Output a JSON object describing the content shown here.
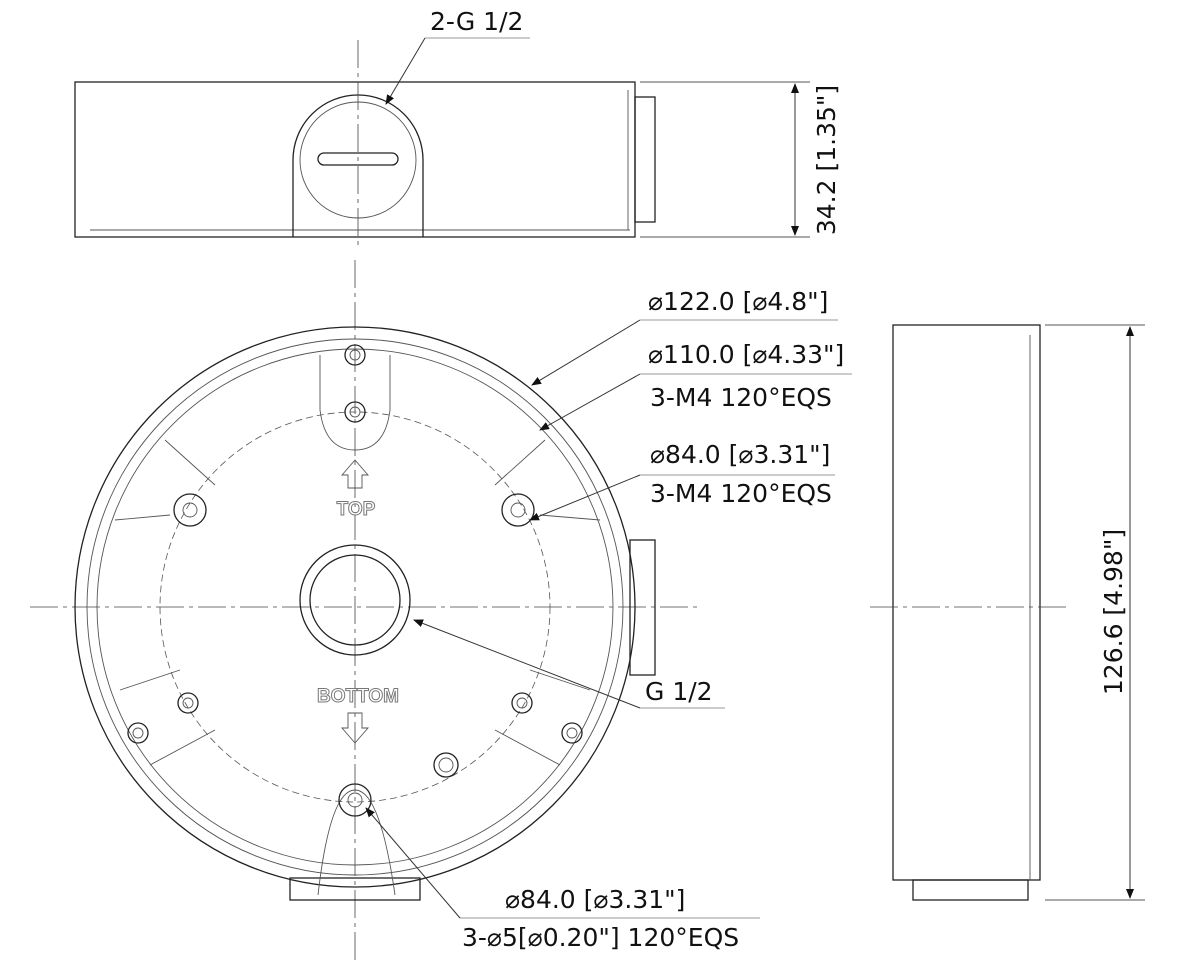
{
  "top_view": {
    "thread_label": "2-G 1/2",
    "height_dim": "34.2 [1.35\"]"
  },
  "front_view": {
    "outer_diameter": "⌀122.0 [⌀4.8\"]",
    "bolt_circle_1": "⌀110.0 [⌀4.33\"]",
    "bolt_circle_1_holes": "3-M4 120°EQS",
    "bolt_circle_2": "⌀84.0 [⌀3.31\"]",
    "bolt_circle_2_holes": "3-M4 120°EQS",
    "center_thread": "G 1/2",
    "bolt_circle_3": "⌀84.0 [⌀3.31\"]",
    "bolt_circle_3_holes": "3-⌀5[⌀0.20\"] 120°EQS",
    "emboss_top": "TOP",
    "emboss_bottom": "BOTTOM"
  },
  "side_view": {
    "height_dim": "126.6 [4.98\"]"
  }
}
